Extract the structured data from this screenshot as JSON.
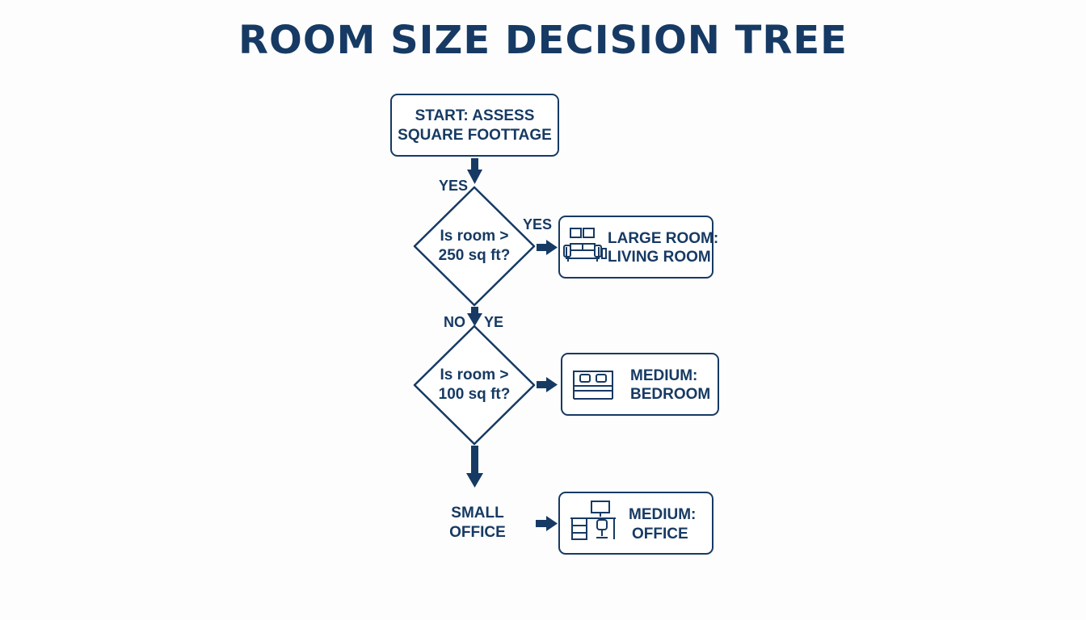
{
  "title": "ROOM SIZE DECISION TREE",
  "start": {
    "line1": "START: ASSESS",
    "line2": "SQUARE FOOTTAGE"
  },
  "decision1": {
    "line1": "Is room >",
    "line2": "250 sq ft?"
  },
  "decision2": {
    "line1": "Is room >",
    "line2": "100 sq ft?"
  },
  "labels": {
    "yes_top": "YES",
    "yes_right": "YES",
    "no": "NO",
    "ye": "YE"
  },
  "outcomes": {
    "large": {
      "line1": "LARGE ROOM:",
      "line2": "LIVING ROOM",
      "icon": "sofa-icon"
    },
    "medium_bedroom": {
      "line1": "MEDIUM:",
      "line2": "BEDROOM",
      "icon": "bed-icon"
    },
    "small": {
      "line1": "SMALL",
      "line2": "OFFICE"
    },
    "medium_office": {
      "line1": "MEDIUM:",
      "line2": "OFFICE",
      "icon": "desk-icon"
    }
  },
  "colors": {
    "primary": "#163a63",
    "background": "#fdfdfd"
  }
}
